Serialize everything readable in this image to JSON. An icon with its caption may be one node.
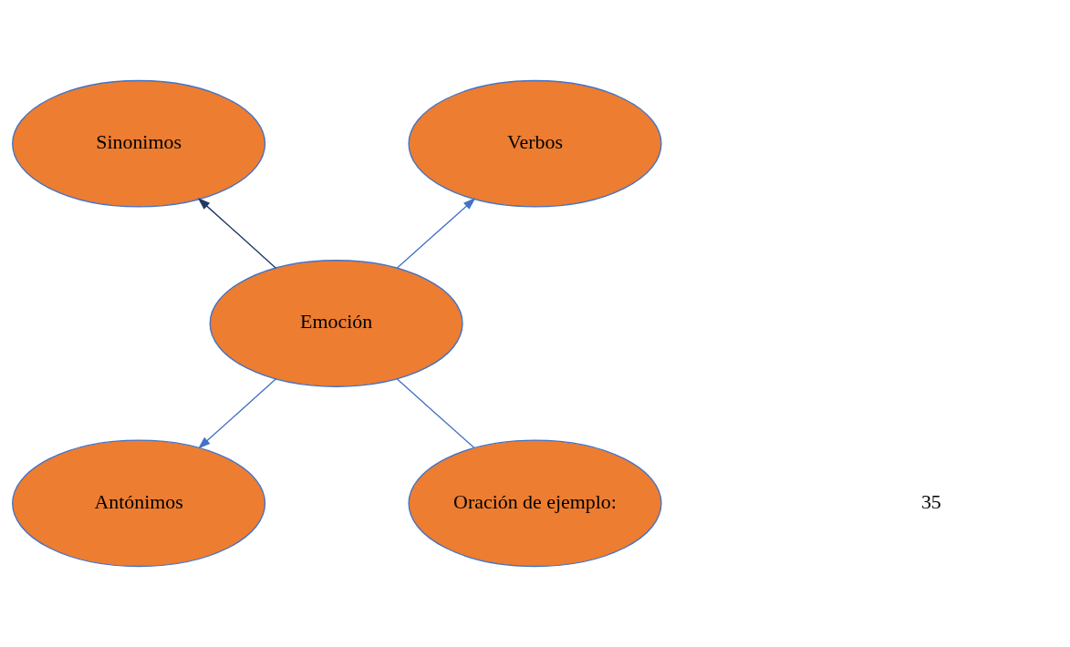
{
  "diagram": {
    "nodes": [
      {
        "text": [
          "Sinonimos"
        ]
      },
      {
        "text": [
          "Verbos"
        ]
      },
      {
        "text": [
          "Emoción"
        ]
      },
      {
        "text": [
          "Antónimos"
        ]
      },
      {
        "text": [
          "Oración de ejemplo:"
        ]
      }
    ],
    "edges": [
      {
        "from": 2,
        "to": 0,
        "arrow": "to",
        "color": "#1f3864"
      },
      {
        "from": 2,
        "to": 1,
        "arrow": "to"
      },
      {
        "from": 2,
        "to": 3,
        "arrow": "to"
      },
      {
        "from": 2,
        "to": 4,
        "arrow": "none"
      }
    ],
    "labels": [
      "35"
    ]
  }
}
